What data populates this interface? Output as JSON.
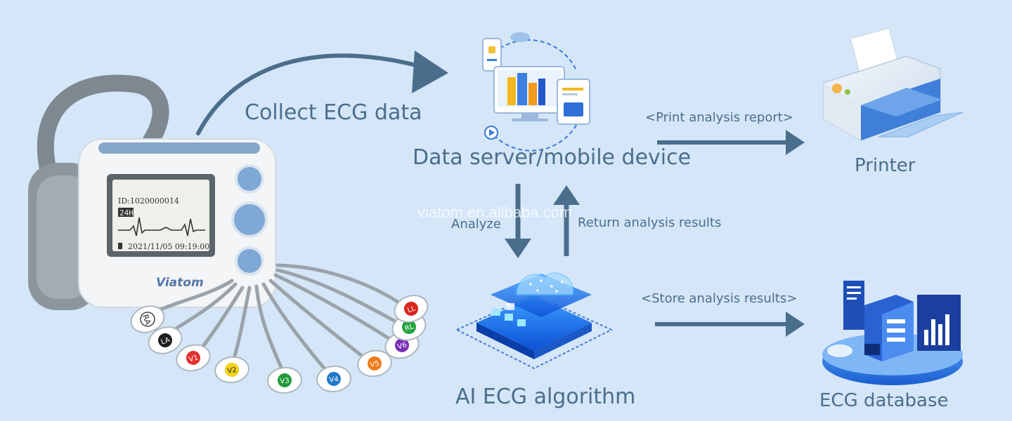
{
  "labels": {
    "collect": "Collect ECG data",
    "server": "Data server/mobile device",
    "print_report": "<Print analysis report>",
    "printer": "Printer",
    "analyze": "Analyze",
    "return_results": "Return analysis results",
    "store_results": "<Store analysis results>",
    "ai": "AI ECG algorithm",
    "database": "ECG database",
    "watermark": "viatom.en.alibaba.com"
  },
  "device": {
    "id_line": "ID:1020000014",
    "mode": "24H",
    "datetime": "2021/11/05  09:19:00",
    "brand": "Viatom"
  },
  "leads": [
    {
      "name": "RA",
      "color": "#ffffff"
    },
    {
      "name": "LA",
      "color": "#1e1e1e"
    },
    {
      "name": "V1",
      "color": "#e0312c"
    },
    {
      "name": "V2",
      "color": "#f2d21a"
    },
    {
      "name": "V3",
      "color": "#1f9a3a"
    },
    {
      "name": "V4",
      "color": "#2378c9"
    },
    {
      "name": "V5",
      "color": "#f07b1c"
    },
    {
      "name": "V6",
      "color": "#7a2fb4"
    },
    {
      "name": "RL",
      "color": "#23a33d"
    },
    {
      "name": "LL",
      "color": "#d9261f"
    }
  ],
  "colors": {
    "background": "#d4e6f8",
    "arrow": "#4b6e8c",
    "label": "#4b6e8c"
  }
}
